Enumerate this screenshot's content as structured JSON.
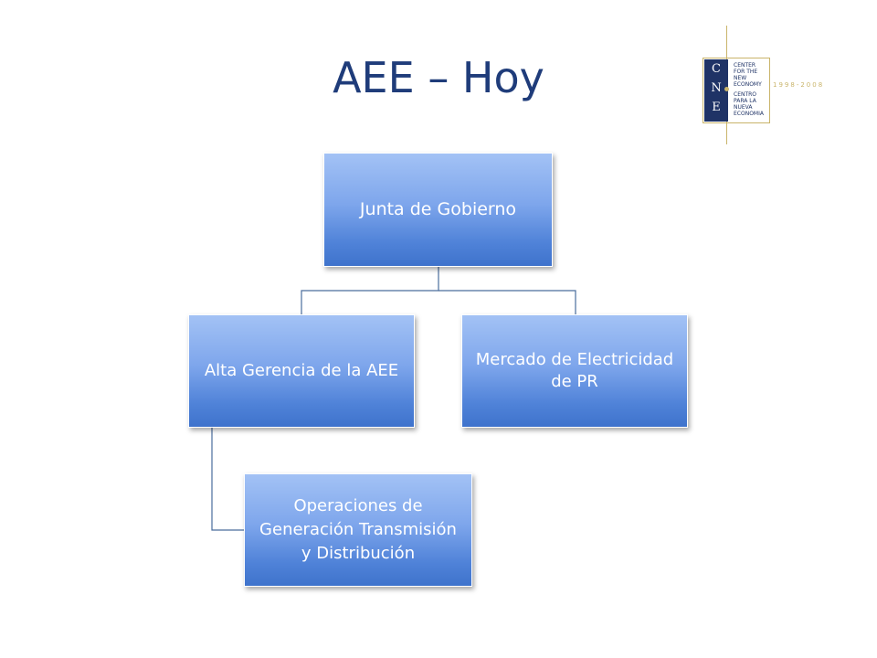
{
  "slide": {
    "title": "AEE – Hoy"
  },
  "org_chart": {
    "top": "Junta de Gobierno",
    "left": "Alta Gerencia de la AEE",
    "right": "Mercado de Electricidad de PR",
    "sub": "Operaciones de Generación Transmisión y Distribución"
  },
  "logo": {
    "letters": [
      "C",
      "N",
      "E"
    ],
    "text_en": "CENTER\nFOR THE\nNEW\nECONOMY",
    "text_es": "CENTRO\nPARA LA\nNUEVA\nECONOMIA",
    "years": "1998-2008"
  },
  "colors": {
    "title": "#1f3c7a",
    "box_top": "#a3c2f5",
    "box_bottom": "#3f73cc",
    "logo_navy": "#1f3366",
    "logo_gold": "#c9b46a"
  }
}
